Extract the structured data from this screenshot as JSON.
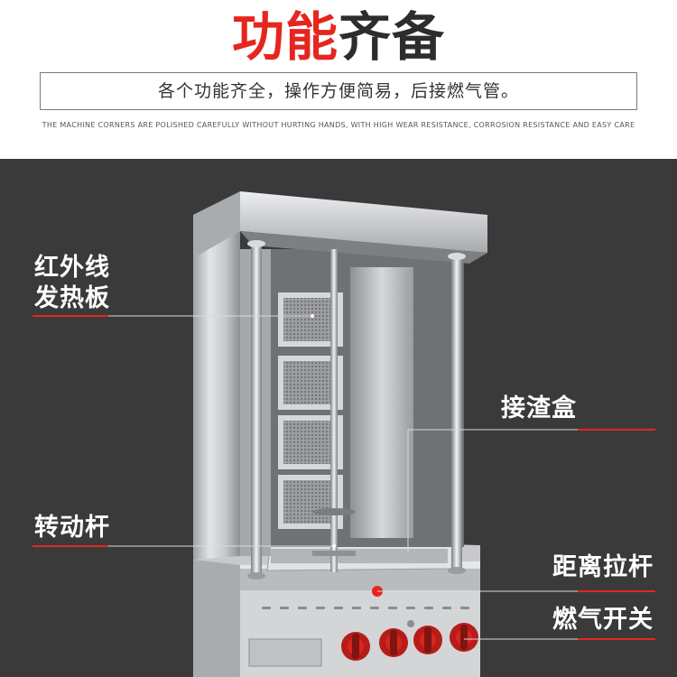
{
  "header": {
    "title_highlight": "功能",
    "title_rest": "齐备",
    "subtitle": "各个功能齐全，操作方便简易，后接燃气管。",
    "english_note": "THE MACHINE CORNERS ARE POLISHED CAREFULLY WITHOUT HURTING HANDS, WITH HIGH WEAR RESISTANCE, CORROSION RESISTANCE AND EASY CARE"
  },
  "labels": {
    "infrared_line1": "红外线",
    "infrared_line2": "发热板",
    "drip_box": "接渣盒",
    "rotating_rod": "转动杆",
    "distance_rod": "距离拉杆",
    "gas_switch": "燃气开关"
  },
  "colors": {
    "accent_red": "#e5261f",
    "background_dark": "#3a3a3b",
    "steel": "#c9cbcd"
  }
}
